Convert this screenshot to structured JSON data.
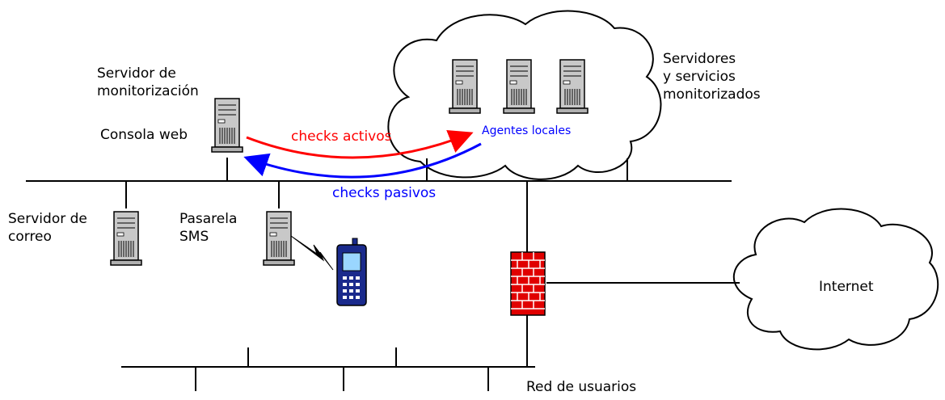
{
  "labels": {
    "monitor_server": [
      "Servidor de",
      "monitorización"
    ],
    "web_console": "Consola web",
    "checks_active": "checks activos",
    "checks_passive": "checks pasivos",
    "local_agents": "Agentes locales",
    "monitored": [
      "Servidores",
      "y servicios",
      "monitorizados"
    ],
    "mail_server": [
      "Servidor de",
      "correo"
    ],
    "sms_gateway": [
      "Pasarela",
      "SMS"
    ],
    "internet": "Internet",
    "user_network": "Red de usuarios"
  },
  "colors": {
    "active_arrow": "#ff0000",
    "passive_arrow": "#0000ff",
    "firewall": "#e00000",
    "server_body": "#c8c8c8",
    "phone_body": "#1a2a8c",
    "line": "#000000"
  },
  "icons": {
    "server": "server-tower-icon",
    "phone": "mobile-phone-icon",
    "firewall": "brick-wall-icon",
    "cloud": "cloud-icon"
  }
}
